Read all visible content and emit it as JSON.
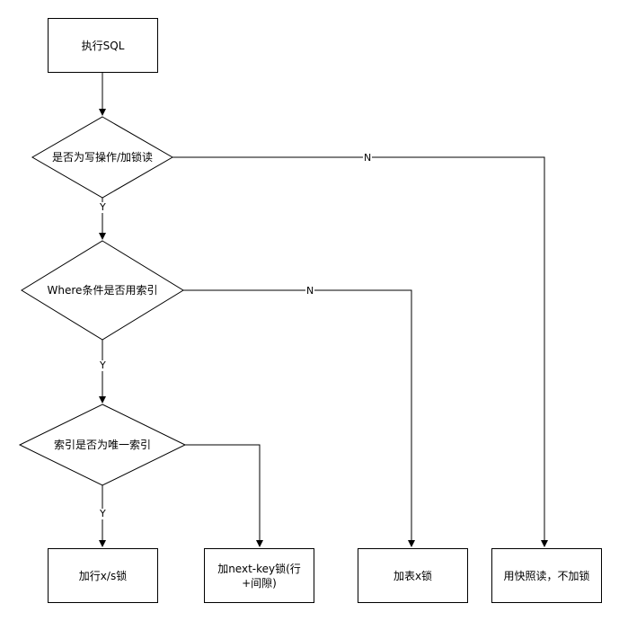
{
  "nodes": {
    "start": "执行SQL",
    "q_write": "是否为写操作/加锁读",
    "q_where_index": "Where条件是否用索引",
    "q_unique": "索引是否为唯一索引",
    "r_row_lock": "加行x/s锁",
    "r_next_key": "加next-key锁(行+间隙)",
    "r_table_lock": "加表x锁",
    "r_snapshot": "用快照读，不加锁"
  },
  "edge_labels": {
    "yes": "Y",
    "no": "N"
  },
  "colors": {
    "stroke": "#000000",
    "fill": "#ffffff"
  }
}
